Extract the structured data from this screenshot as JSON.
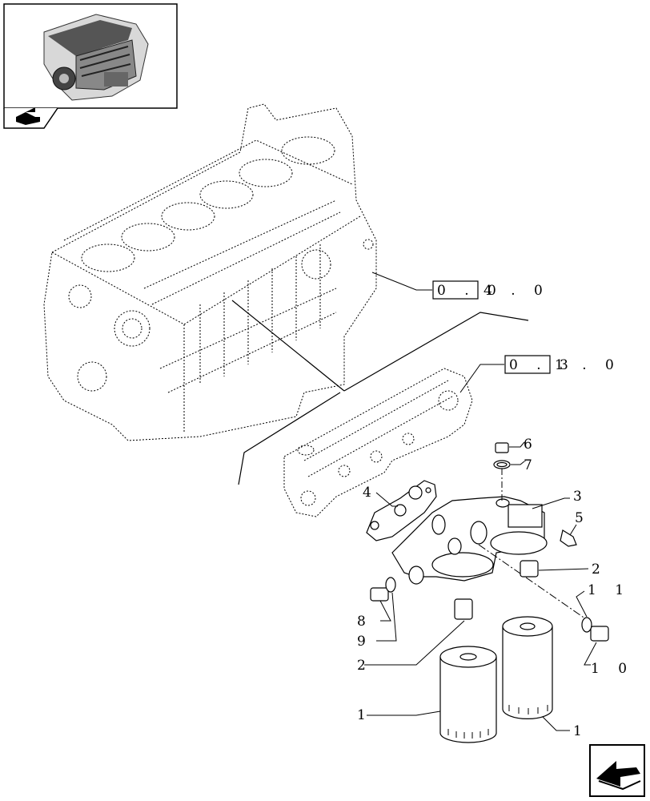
{
  "thumbnail": {
    "icon": "engine-thumbnail-icon",
    "nav_icon": "return-arrow-icon"
  },
  "references": [
    {
      "boxed": "0 . 0",
      "rest": "4 . 0"
    },
    {
      "boxed": "0 . 3",
      "rest": "1 . 0"
    }
  ],
  "callouts": {
    "c1a": "1",
    "c1b": "1",
    "c2a": "2",
    "c2b": "2",
    "c3": "3",
    "c4": "4",
    "c5": "5",
    "c6": "6",
    "c7": "7",
    "c8": "8",
    "c9": "9",
    "c10": "1 0",
    "c11": "1 1"
  },
  "nav_icon": "next-page-arrow-icon"
}
